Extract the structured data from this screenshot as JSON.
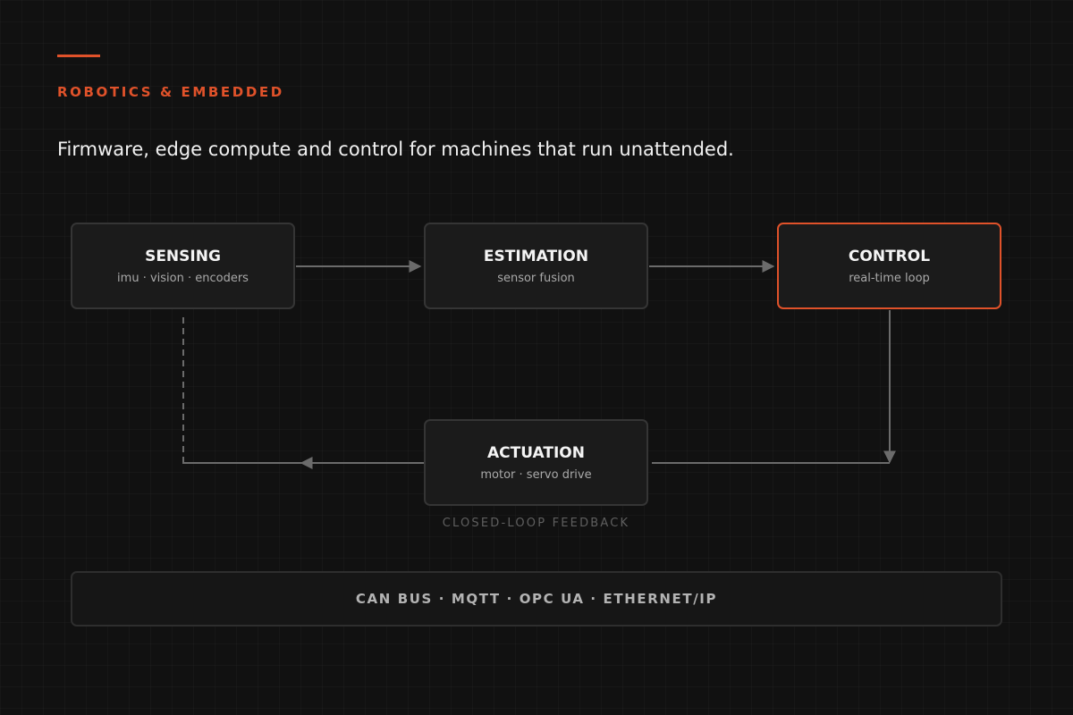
{
  "header": {
    "eyebrow": "ROBOTICS & EMBEDDED",
    "headline": "Firmware, edge compute and control for machines that run unattended."
  },
  "diagram": {
    "nodes": [
      {
        "id": "sensing",
        "title": "SENSING",
        "subtitle": "imu · vision · encoders",
        "highlight": false
      },
      {
        "id": "estimation",
        "title": "ESTIMATION",
        "subtitle": "sensor fusion",
        "highlight": false
      },
      {
        "id": "control",
        "title": "CONTROL",
        "subtitle": "real-time loop",
        "highlight": true
      },
      {
        "id": "actuation",
        "title": "ACTUATION",
        "subtitle": "motor · servo drive",
        "highlight": false
      }
    ],
    "edges": [
      {
        "from": "sensing",
        "to": "estimation",
        "style": "solid"
      },
      {
        "from": "estimation",
        "to": "control",
        "style": "solid"
      },
      {
        "from": "control",
        "to": "actuation",
        "style": "solid"
      },
      {
        "from": "actuation",
        "to": "sensing",
        "style": "dashed"
      }
    ],
    "loop_label": "CLOSED-LOOP FEEDBACK"
  },
  "bus": {
    "label": "CAN BUS · MQTT · OPC UA · ETHERNET/IP"
  },
  "colors": {
    "accent": "#e0522a",
    "background": "#111111",
    "node_fill": "#1b1b1b",
    "node_border": "#353535",
    "connector": "#6b6b6b"
  }
}
